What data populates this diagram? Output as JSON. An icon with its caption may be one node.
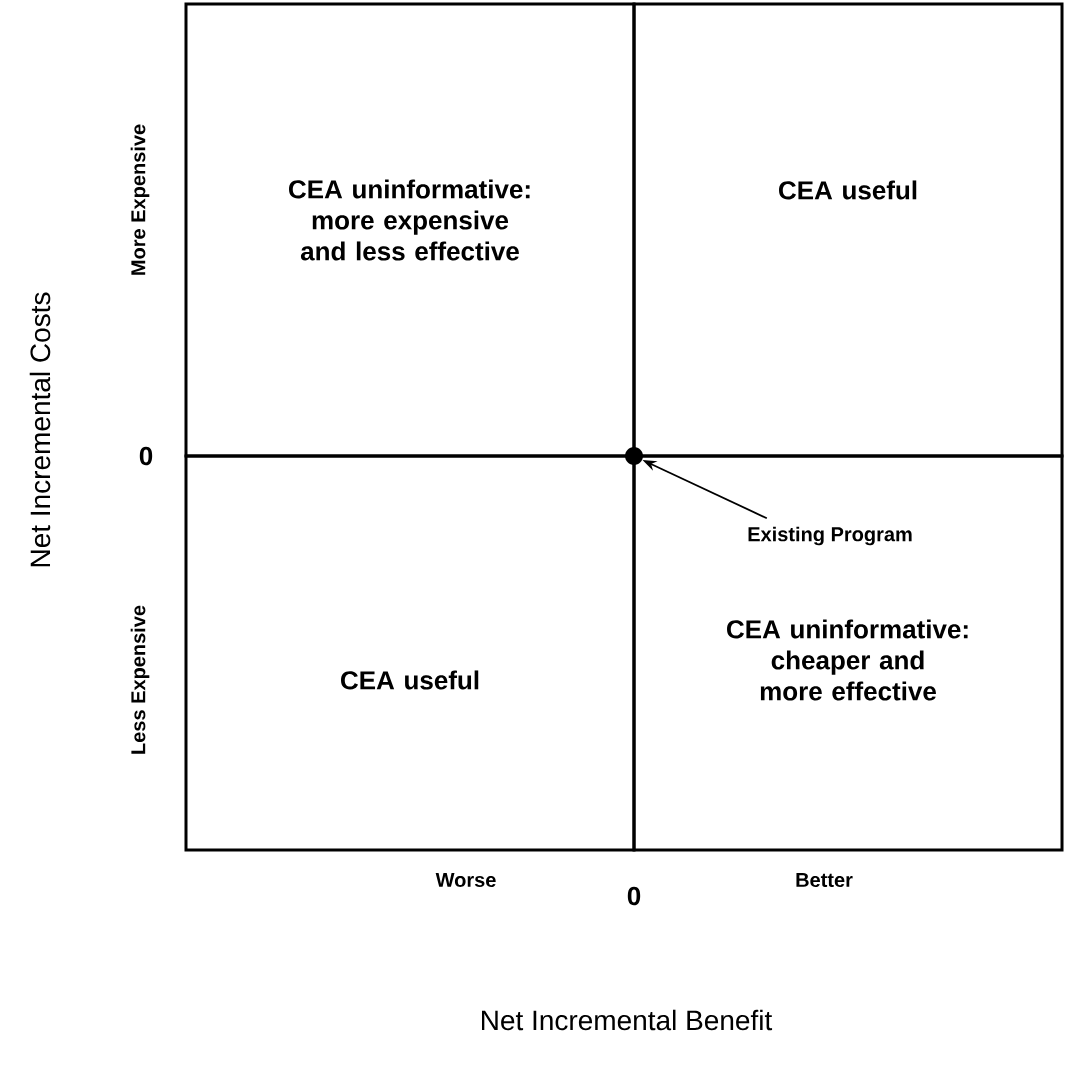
{
  "diagram": {
    "nodes": [
      {
        "text": [
          "CEA uninformative: more expensive and less effective"
        ]
      },
      {
        "text": [
          "CEA useful"
        ]
      },
      {
        "text": [
          "CEA useful"
        ]
      },
      {
        "text": [
          "CEA uninformative: cheaper and more effective"
        ]
      },
      {
        "text": [],
        "shape": "circle"
      },
      {
        "text": [
          "Existing Program"
        ],
        "in": 3
      }
    ],
    "edges": [
      {
        "from": 5,
        "to": 4,
        "arrow": "to"
      }
    ],
    "labels": [
      "More Expensive",
      "0",
      "Less Expensive",
      "Worse",
      "0",
      "Better",
      "Net Incremental Costs",
      "Net Incremental Benefit"
    ]
  }
}
